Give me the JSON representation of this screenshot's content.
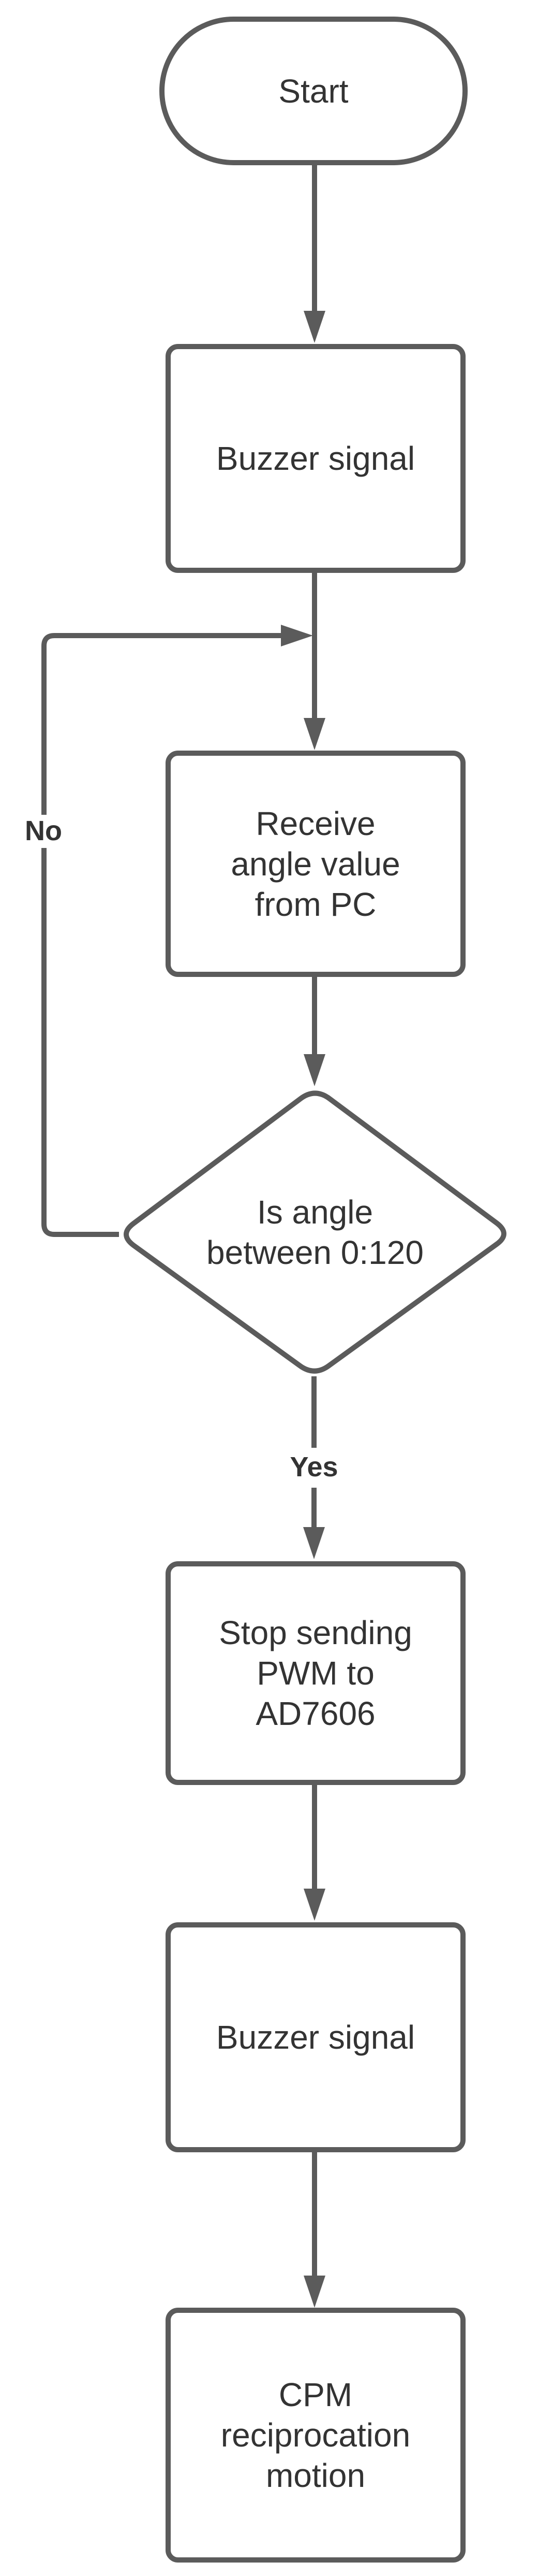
{
  "diagram": {
    "type": "flowchart",
    "colors": {
      "stroke": "#5b5b5b",
      "shape_fill": "#ffffff",
      "text": "#333333",
      "background": "#ffffff"
    },
    "nodes": {
      "start": {
        "shape": "terminator",
        "label": "Start",
        "lines": [
          "Start"
        ]
      },
      "buzzer1": {
        "shape": "process",
        "label": "Buzzer signal",
        "lines": [
          "Buzzer signal"
        ]
      },
      "receive": {
        "shape": "process",
        "label": "Receive angle value from PC",
        "lines": [
          "Receive",
          "angle value",
          "from PC"
        ]
      },
      "decision": {
        "shape": "decision",
        "label": "Is angle between 0:120",
        "lines": [
          "Is angle",
          "between 0:120"
        ]
      },
      "stop_pwm": {
        "shape": "process",
        "label": "Stop sending PWM to AD7606",
        "lines": [
          "Stop sending",
          "PWM to",
          "AD7606"
        ]
      },
      "buzzer2": {
        "shape": "process",
        "label": "Buzzer signal",
        "lines": [
          "Buzzer signal"
        ]
      },
      "cpm": {
        "shape": "process",
        "label": "CPM reciprocation motion",
        "lines": [
          "CPM",
          "reciprocation",
          "motion"
        ]
      }
    },
    "edge_labels": {
      "no": "No",
      "yes": "Yes"
    }
  }
}
